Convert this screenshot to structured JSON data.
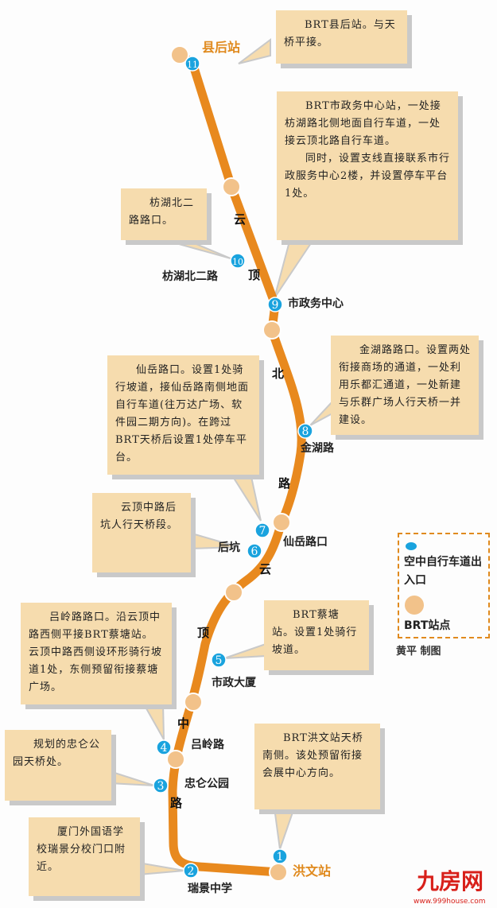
{
  "colors": {
    "route": "#e8891e",
    "exit": "#1aa3de",
    "brt_stop": "#f2c28a",
    "callout": "#f6dcae"
  },
  "route": {
    "road_chars": [
      "云",
      "顶",
      "北",
      "路",
      "云",
      "顶",
      "中",
      "路"
    ],
    "terminals": {
      "north": "县后站",
      "south": "洪文站"
    }
  },
  "stations": [
    {
      "num": "1",
      "name": "洪文站"
    },
    {
      "num": "2",
      "name": "瑞景中学"
    },
    {
      "num": "3",
      "name": "忠仑公园"
    },
    {
      "num": "4",
      "name": "吕岭路"
    },
    {
      "num": "5",
      "name": "市政大厦"
    },
    {
      "num": "6",
      "name": "后坑"
    },
    {
      "num": "7",
      "name": "仙岳路口"
    },
    {
      "num": "8",
      "name": "金湖路"
    },
    {
      "num": "9",
      "name": "市政务中心"
    },
    {
      "num": "10",
      "name": "枋湖北二路"
    },
    {
      "num": "11",
      "name": "县后站"
    }
  ],
  "callouts": [
    {
      "lines": [
        "BRT县后站。与天桥平接。"
      ]
    },
    {
      "lines": [
        "BRT市政务中心站，一处接枋湖路北侧地面自行车道，一处接云顶北路自行车道。",
        "同时，设置支线直接联系市行政服务中心2楼，并设置停车平台1处。"
      ]
    },
    {
      "lines": [
        "枋湖北二路路口。"
      ]
    },
    {
      "lines": [
        "仙岳路口。设置1处骑行坡道，接仙岳路南侧地面自行车道(往万达广场、软件园二期方向)。在跨过BRT天桥后设置1处停车平台。"
      ]
    },
    {
      "lines": [
        "金湖路路口。设置两处衔接商场的通道，一处利用乐都汇通道，一处新建与乐群广场人行天桥一并建设。"
      ]
    },
    {
      "lines": [
        "云顶中路后坑人行天桥段。"
      ]
    },
    {
      "lines": [
        "吕岭路路口。沿云顶中路西侧平接BRT蔡塘站。云顶中路西侧设环形骑行坡道1处，东侧预留衔接蔡塘广场。"
      ]
    },
    {
      "lines": [
        "BRT蔡塘站。设置1处骑行坡道。"
      ]
    },
    {
      "lines": [
        "规划的忠仑公园天桥处。"
      ]
    },
    {
      "lines": [
        "BRT洪文站天桥南侧。该处预留衔接会展中心方向。"
      ]
    },
    {
      "lines": [
        "厦门外国语学校瑞景分校门口附近。"
      ]
    }
  ],
  "legend": {
    "exit_label": "空中自行车道出入口",
    "stop_label": "BRT站点"
  },
  "credit": "黄平 制图",
  "watermark": {
    "logo": "九房网",
    "url": "www.999house.com"
  }
}
